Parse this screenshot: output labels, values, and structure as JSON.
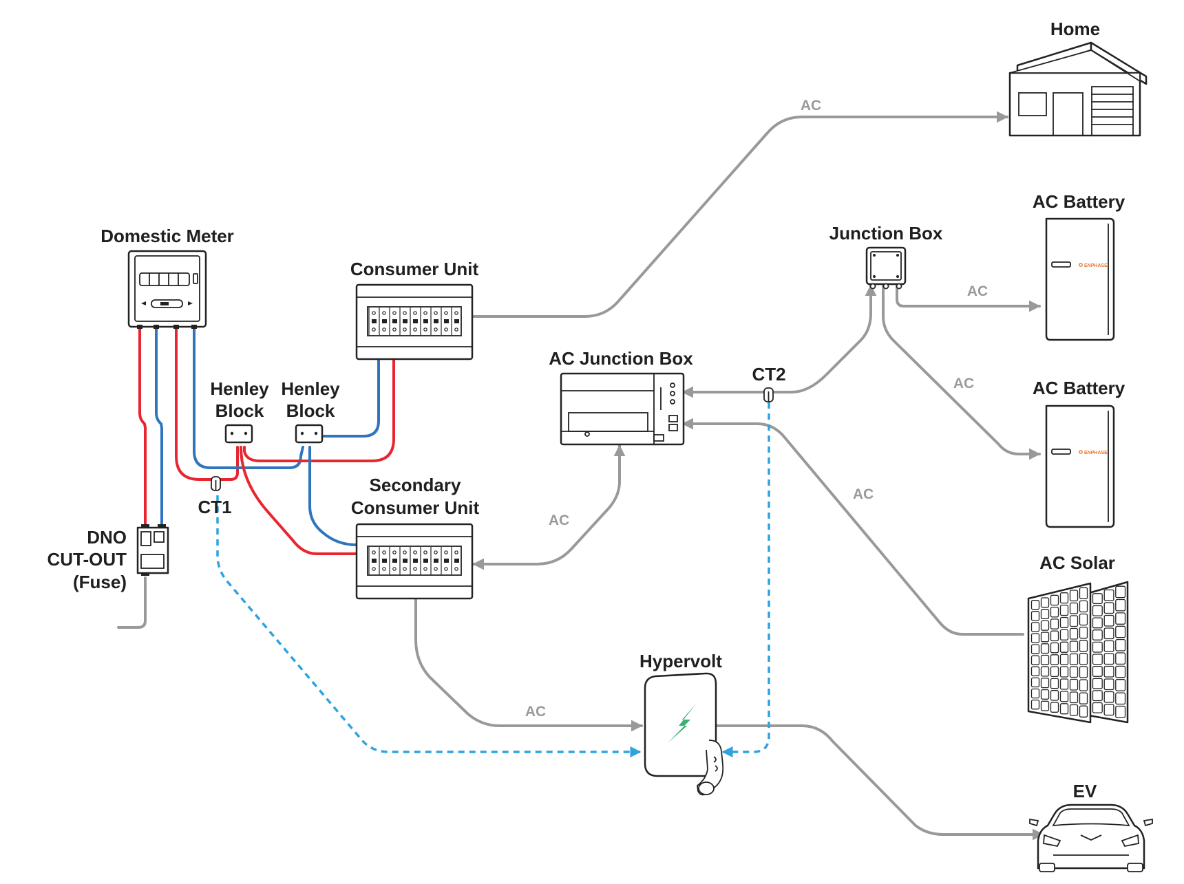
{
  "labels": {
    "home": "Home",
    "domestic_meter": "Domestic Meter",
    "consumer_unit": "Consumer Unit",
    "junction_box": "Junction Box",
    "ac_battery_1": "AC Battery",
    "ac_battery_2": "AC Battery",
    "ac_junction_box": "AC Junction Box",
    "ct1": "CT1",
    "ct2": "CT2",
    "henley_block_1": [
      "Henley",
      "Block"
    ],
    "henley_block_2": [
      "Henley",
      "Block"
    ],
    "secondary_consumer_unit": [
      "Secondary",
      "Consumer Unit"
    ],
    "dno_cutout": [
      "DNO",
      "CUT-OUT",
      "(Fuse)"
    ],
    "ac_solar": "AC Solar",
    "hypervolt": "Hypervolt",
    "ev": "EV"
  },
  "wire_labels": {
    "home": "AC",
    "battery_1": "AC",
    "battery_2": "AC",
    "solar": "AC",
    "secondary_to_acjb": "AC",
    "hypervolt_in": "AC"
  },
  "battery_brand": "ENPHASE",
  "colors": {
    "ac_wire": "#999999",
    "live_wire": "#e8262f",
    "neutral_wire": "#2f75bd",
    "ct_signal": "#2ea3e0",
    "hypervolt_bolt": "#3bb273",
    "battery_brand": "#e8742a"
  }
}
